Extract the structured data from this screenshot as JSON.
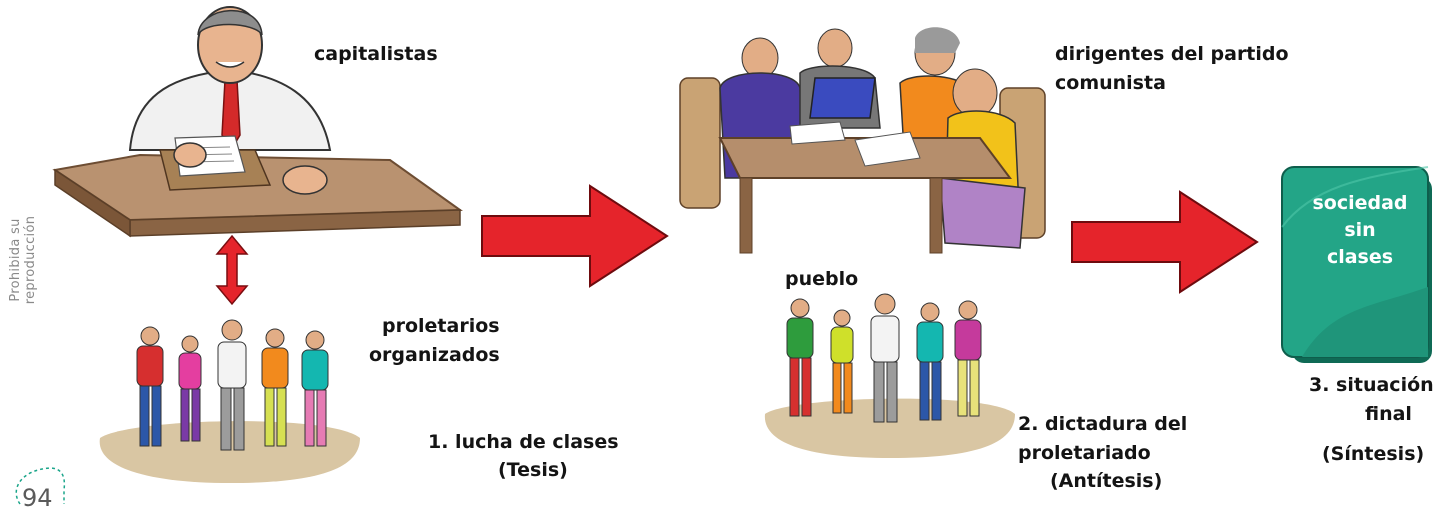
{
  "side_note": "Prohibida su reproducción",
  "page_number": "94",
  "labels": {
    "capitalistas": "capitalistas",
    "proletarios_line1": "proletarios",
    "proletarios_line2": "organizados",
    "lucha_line1": "1. lucha de clases",
    "lucha_line2": "(Tesis)",
    "dirigentes_line1": "dirigentes del partido",
    "dirigentes_line2": "comunista",
    "pueblo": "pueblo",
    "dictadura_line1": "2. dictadura del",
    "dictadura_line2": "proletariado",
    "dictadura_line3": "(Antítesis)",
    "situacion_line1": "3. situación",
    "situacion_line2": "final",
    "situacion_line3": "(Síntesis)"
  },
  "box": {
    "line1": "sociedad",
    "line2": "sin",
    "line3": "clases"
  },
  "colors": {
    "arrow_red": "#e5242b",
    "box_green": "#23a587",
    "desk_brown": "#b58e6c"
  }
}
